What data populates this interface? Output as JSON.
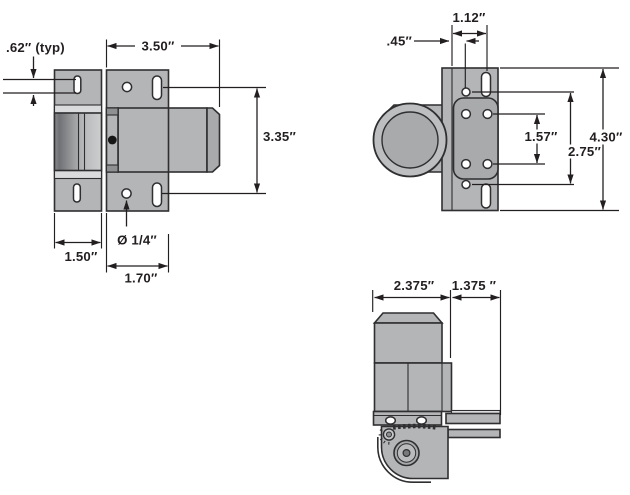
{
  "document": {
    "type": "technical-dimension-drawing",
    "subject": "spring latch / hinge assembly, three orthographic views",
    "units": "inches"
  },
  "colors": {
    "background": "#ffffff",
    "metal": "#b3b5b7",
    "metal_dark": "#a8aaac",
    "metal_light": "#dadbdc",
    "outline": "#2f2f31",
    "dimension": "#231f20"
  },
  "views": {
    "front": {
      "label": "front-view",
      "dimensions": {
        "slot_length_typ": ".62″ (typ)",
        "overall_length": "3.50″",
        "mount_hole_spacing": "3.35″",
        "hole_diameter": "Ø 1/4″",
        "bracket_width": "1.50″",
        "plate_width": "1.70″"
      }
    },
    "side": {
      "label": "side-view",
      "dimensions": {
        "edge_to_slot_center": "1.12″",
        "edge_to_hole_center": ".45″",
        "inner_hole_spacing": "1.57″",
        "outer_hole_spacing": "2.75″",
        "overall_height": "4.30″"
      }
    },
    "bottom": {
      "label": "bottom-view",
      "dimensions": {
        "body_width": "2.375″",
        "flange_length": "1.375 ″"
      }
    }
  }
}
